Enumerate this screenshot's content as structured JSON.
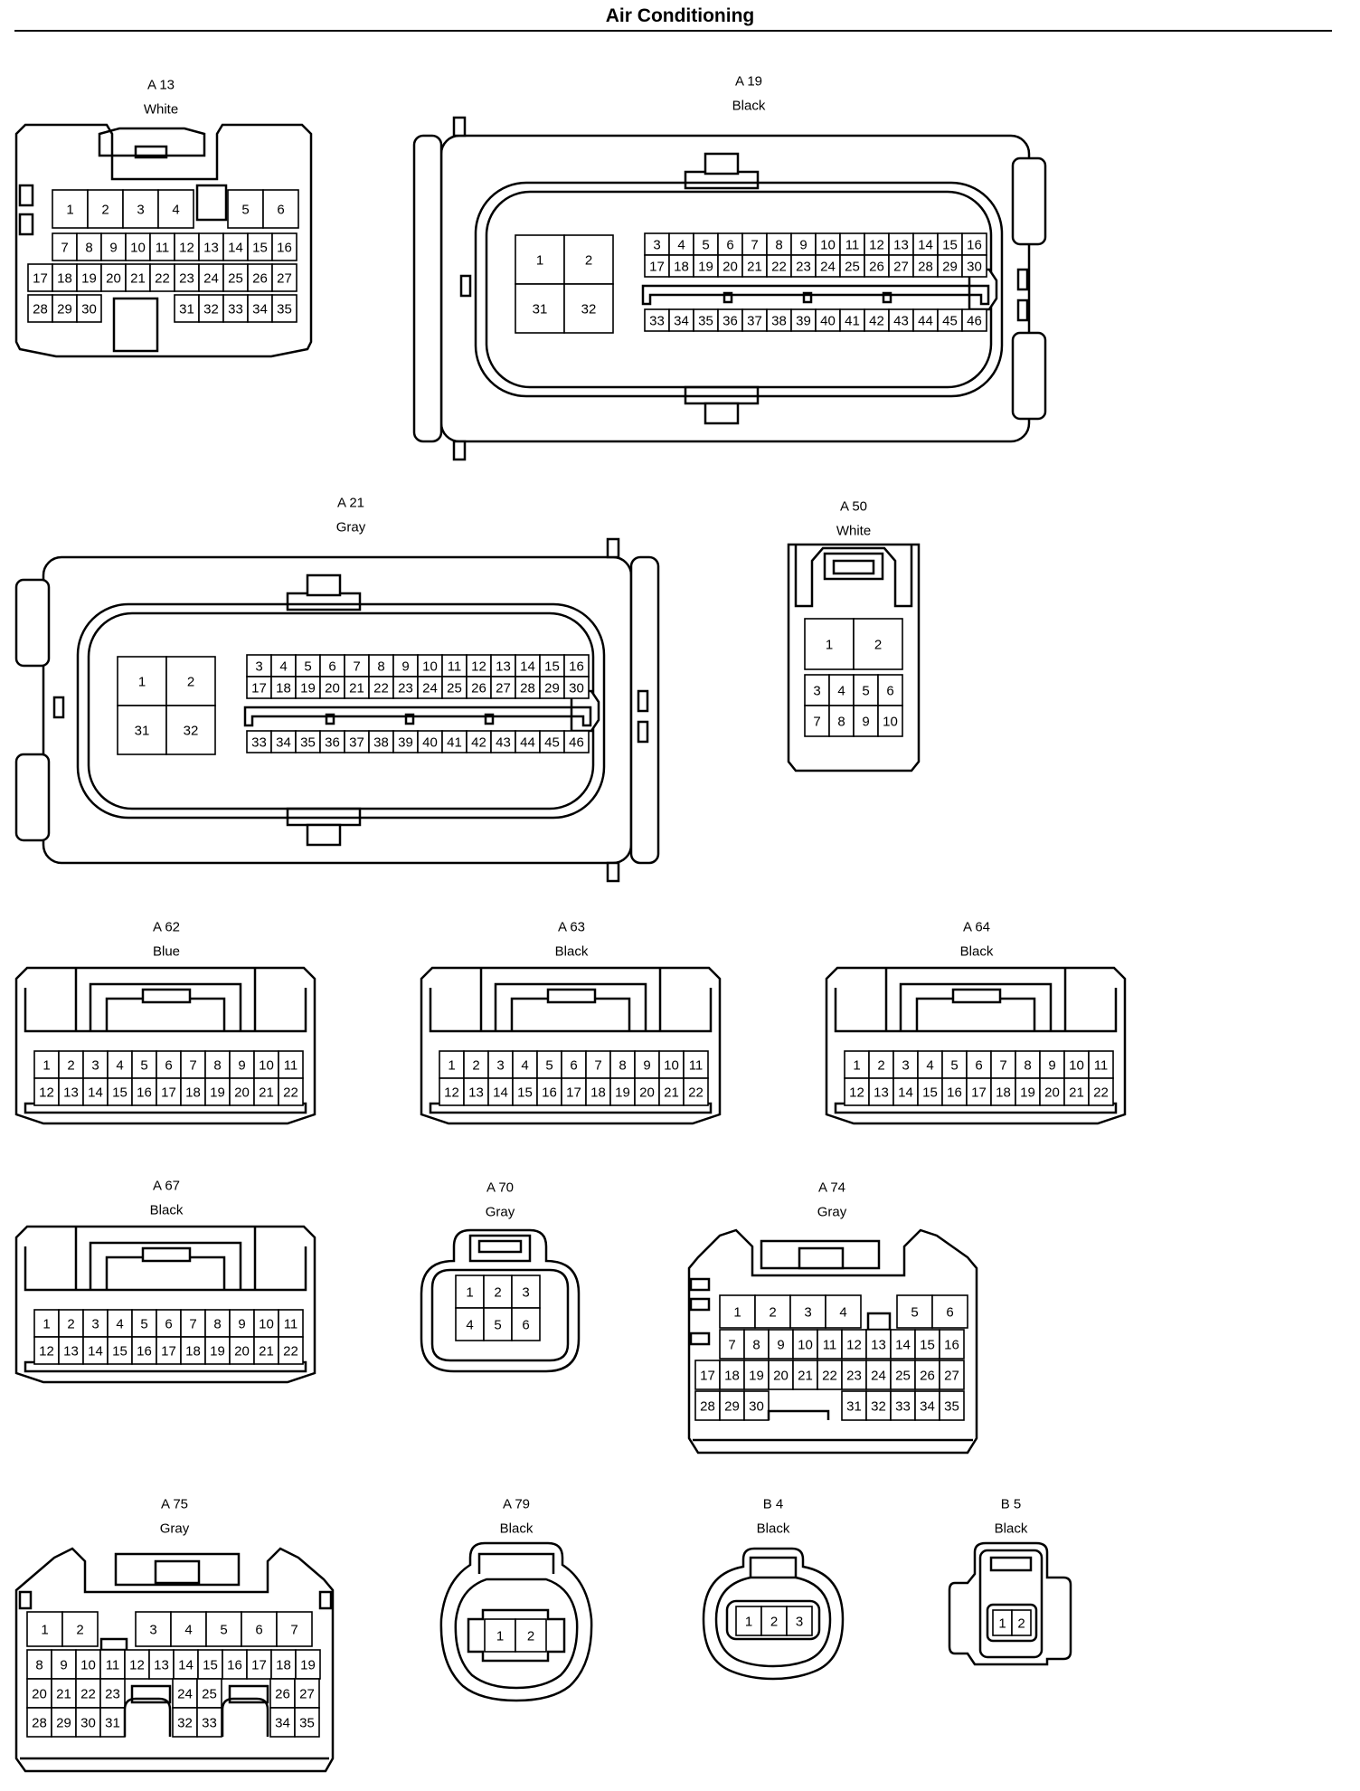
{
  "header": {
    "title": "Air Conditioning"
  },
  "connectors": [
    {
      "id": "A 13",
      "color": "White",
      "pins": [
        "1",
        "2",
        "3",
        "4",
        "5",
        "6",
        "7",
        "8",
        "9",
        "10",
        "11",
        "12",
        "13",
        "14",
        "15",
        "16",
        "17",
        "18",
        "19",
        "20",
        "21",
        "22",
        "23",
        "24",
        "25",
        "26",
        "27",
        "28",
        "29",
        "30",
        "31",
        "32",
        "33",
        "34",
        "35"
      ]
    },
    {
      "id": "A 19",
      "color": "Black",
      "pins": [
        "1",
        "2",
        "31",
        "32",
        "3",
        "4",
        "5",
        "6",
        "7",
        "8",
        "9",
        "10",
        "11",
        "12",
        "13",
        "14",
        "15",
        "16",
        "17",
        "18",
        "19",
        "20",
        "21",
        "22",
        "23",
        "24",
        "25",
        "26",
        "27",
        "28",
        "29",
        "30",
        "33",
        "34",
        "35",
        "36",
        "37",
        "38",
        "39",
        "40",
        "41",
        "42",
        "43",
        "44",
        "45",
        "46"
      ]
    },
    {
      "id": "A 21",
      "color": "Gray",
      "pins": [
        "1",
        "2",
        "31",
        "32",
        "3",
        "4",
        "5",
        "6",
        "7",
        "8",
        "9",
        "10",
        "11",
        "12",
        "13",
        "14",
        "15",
        "16",
        "17",
        "18",
        "19",
        "20",
        "21",
        "22",
        "23",
        "24",
        "25",
        "26",
        "27",
        "28",
        "29",
        "30",
        "33",
        "34",
        "35",
        "36",
        "37",
        "38",
        "39",
        "40",
        "41",
        "42",
        "43",
        "44",
        "45",
        "46"
      ]
    },
    {
      "id": "A 50",
      "color": "White",
      "pins": [
        "1",
        "2",
        "3",
        "4",
        "5",
        "6",
        "7",
        "8",
        "9",
        "10"
      ]
    },
    {
      "id": "A 62",
      "color": "Blue",
      "pins": [
        "1",
        "2",
        "3",
        "4",
        "5",
        "6",
        "7",
        "8",
        "9",
        "10",
        "11",
        "12",
        "13",
        "14",
        "15",
        "16",
        "17",
        "18",
        "19",
        "20",
        "21",
        "22"
      ]
    },
    {
      "id": "A 63",
      "color": "Black",
      "pins": [
        "1",
        "2",
        "3",
        "4",
        "5",
        "6",
        "7",
        "8",
        "9",
        "10",
        "11",
        "12",
        "13",
        "14",
        "15",
        "16",
        "17",
        "18",
        "19",
        "20",
        "21",
        "22"
      ]
    },
    {
      "id": "A 64",
      "color": "Black",
      "pins": [
        "1",
        "2",
        "3",
        "4",
        "5",
        "6",
        "7",
        "8",
        "9",
        "10",
        "11",
        "12",
        "13",
        "14",
        "15",
        "16",
        "17",
        "18",
        "19",
        "20",
        "21",
        "22"
      ]
    },
    {
      "id": "A 67",
      "color": "Black",
      "pins": [
        "1",
        "2",
        "3",
        "4",
        "5",
        "6",
        "7",
        "8",
        "9",
        "10",
        "11",
        "12",
        "13",
        "14",
        "15",
        "16",
        "17",
        "18",
        "19",
        "20",
        "21",
        "22"
      ]
    },
    {
      "id": "A 70",
      "color": "Gray",
      "pins": [
        "1",
        "2",
        "3",
        "4",
        "5",
        "6"
      ]
    },
    {
      "id": "A 74",
      "color": "Gray",
      "pins": [
        "1",
        "2",
        "3",
        "4",
        "5",
        "6",
        "7",
        "8",
        "9",
        "10",
        "11",
        "12",
        "13",
        "14",
        "15",
        "16",
        "17",
        "18",
        "19",
        "20",
        "21",
        "22",
        "23",
        "24",
        "25",
        "26",
        "27",
        "28",
        "29",
        "30",
        "31",
        "32",
        "33",
        "34",
        "35"
      ]
    },
    {
      "id": "A 75",
      "color": "Gray",
      "pins": [
        "1",
        "2",
        "3",
        "4",
        "5",
        "6",
        "7",
        "8",
        "9",
        "10",
        "11",
        "12",
        "13",
        "14",
        "15",
        "16",
        "17",
        "18",
        "19",
        "20",
        "21",
        "22",
        "23",
        "24",
        "25",
        "26",
        "27",
        "28",
        "29",
        "30",
        "31",
        "32",
        "33",
        "34",
        "35"
      ]
    },
    {
      "id": "A 79",
      "color": "Black",
      "pins": [
        "1",
        "2"
      ]
    },
    {
      "id": "B 4",
      "color": "Black",
      "pins": [
        "1",
        "2",
        "3"
      ]
    },
    {
      "id": "B 5",
      "color": "Black",
      "pins": [
        "1",
        "2"
      ]
    }
  ]
}
